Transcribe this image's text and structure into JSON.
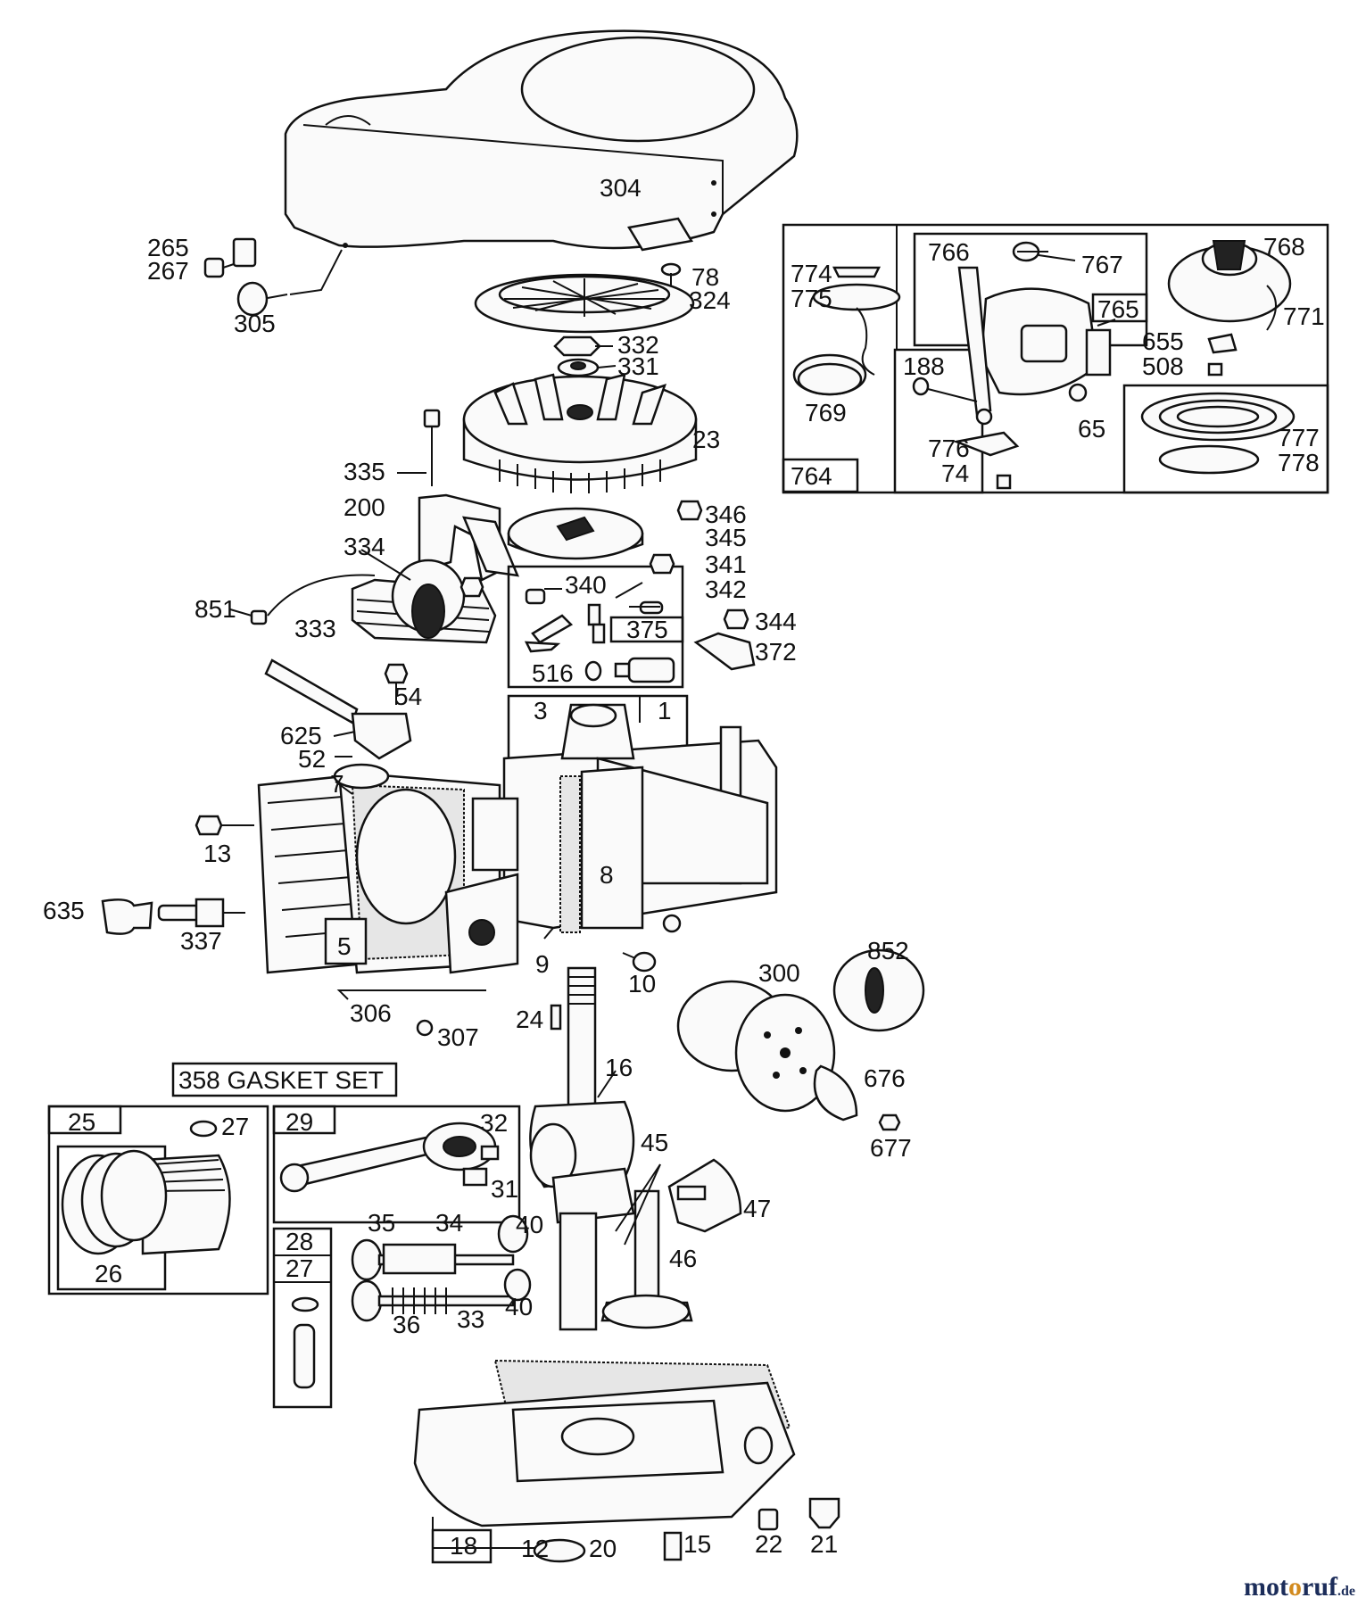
{
  "parts": {
    "p304": "304",
    "p265": "265",
    "p267": "267",
    "p305": "305",
    "p78": "78",
    "p324": "324",
    "p332": "332",
    "p331": "331",
    "p23": "23",
    "p335": "335",
    "p200": "200",
    "p346": "346",
    "p345": "345",
    "p334": "334",
    "p851": "851",
    "p333": "333",
    "p341": "341",
    "p340": "340",
    "p342": "342",
    "p375": "375",
    "p344": "344",
    "p372": "372",
    "p516": "516",
    "p54": "54",
    "p625": "625",
    "p52": "52",
    "p3": "3",
    "p1": "1",
    "p7": "7",
    "p13": "13",
    "p8": "8",
    "p635": "635",
    "p337": "337",
    "p5": "5",
    "p9": "9",
    "p10": "10",
    "p306": "306",
    "p307": "307",
    "p24": "24",
    "p852": "852",
    "p300": "300",
    "p676": "676",
    "p677": "677",
    "p16": "16",
    "p25": "25",
    "p27a": "27",
    "p26": "26",
    "p29": "29",
    "p32": "32",
    "p31": "31",
    "p45": "45",
    "p47": "47",
    "p46": "46",
    "p35": "35",
    "p34": "34",
    "p40a": "40",
    "p40b": "40",
    "p36": "36",
    "p33": "33",
    "p28": "28",
    "p27b": "27",
    "p18": "18",
    "p12": "12",
    "p20": "20",
    "p15": "15",
    "p22": "22",
    "p21": "21",
    "p764": "764",
    "p774": "774",
    "p775": "775",
    "p769": "769",
    "p766": "766",
    "p767": "767",
    "p765": "765",
    "p188": "188",
    "p776": "776",
    "p74": "74",
    "p65": "65",
    "p768": "768",
    "p771": "771",
    "p655": "655",
    "p508": "508",
    "p777": "777",
    "p778": "778"
  },
  "gasket_set_label": "358 GASKET SET",
  "watermark": {
    "part1": "mot",
    "part2": "o",
    "part3": "ruf",
    "suffix": ".de"
  }
}
